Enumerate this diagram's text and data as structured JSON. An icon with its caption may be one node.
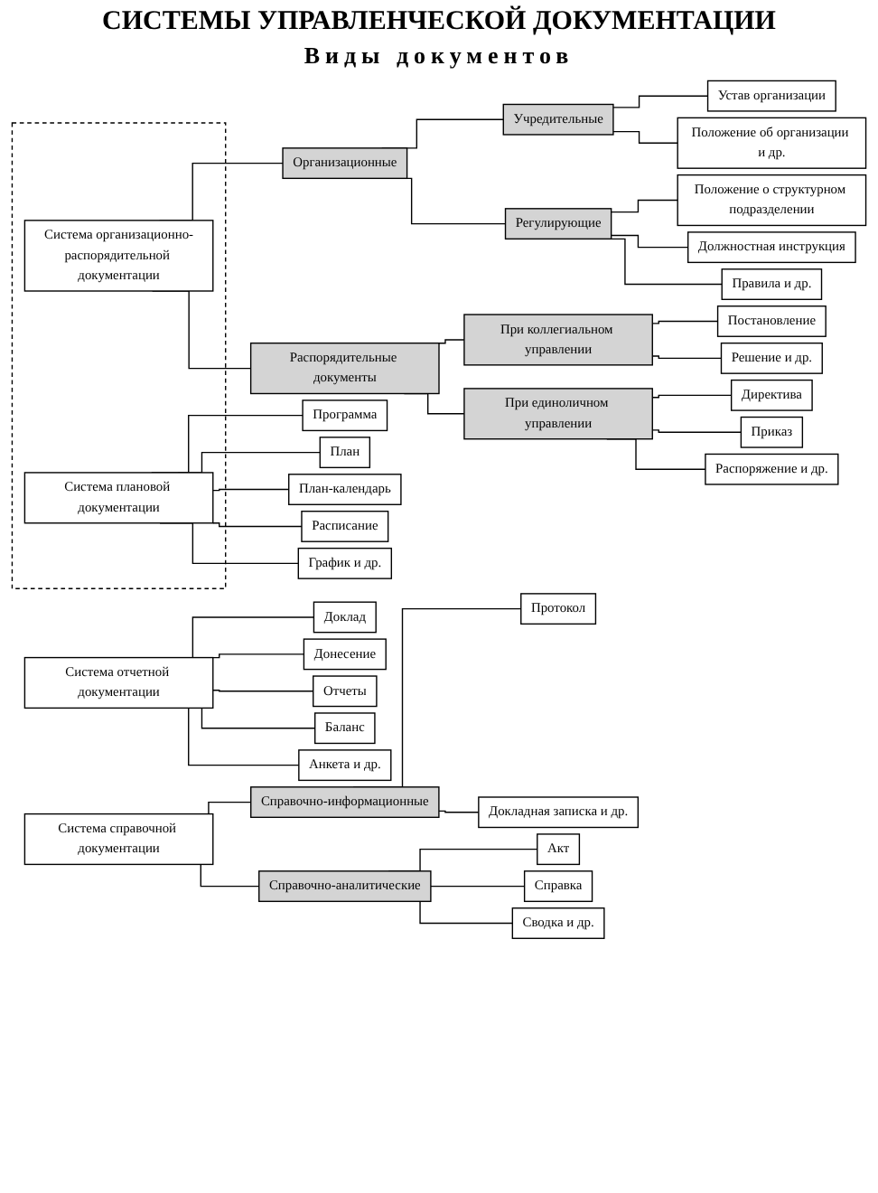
{
  "diagram": {
    "title": "СИСТЕМЫ УПРАВЛЕНЧЕСКОЙ ДОКУМЕНТАЦИИ",
    "nodes": [
      {
        "text": [],
        "shape": "box"
      },
      {
        "text": [
          "Система организационно-распорядительной документации"
        ],
        "in": 0
      },
      {
        "text": [
          "Система плановой документации"
        ],
        "in": 0
      },
      {
        "text": [
          "Система отчетной документации"
        ]
      },
      {
        "text": [
          "Система справочной документации"
        ]
      },
      {
        "text": [
          "Организационные"
        ]
      },
      {
        "text": [
          "Распорядительные документы"
        ]
      },
      {
        "text": [
          "Справочно-информационные"
        ]
      },
      {
        "text": [
          "Учредительные"
        ]
      },
      {
        "text": [
          "При коллегиальном управлении"
        ]
      },
      {
        "text": [
          "Устав организации"
        ]
      },
      {
        "text": [
          "Постановление"
        ]
      },
      {
        "text": [
          "Программа"
        ]
      },
      {
        "text": [
          "Доклад"
        ]
      },
      {
        "text": [
          "Протокол"
        ]
      },
      {
        "text": [
          "Положение об организации и др."
        ]
      },
      {
        "text": [
          "Решение и др."
        ]
      },
      {
        "text": [
          "План"
        ]
      },
      {
        "text": [
          "Донесение"
        ]
      },
      {
        "text": [
          "Докладная записка и др."
        ]
      },
      {
        "text": [
          "Регулирующие"
        ]
      },
      {
        "text": [
          "При единоличном управлении"
        ]
      },
      {
        "text": [
          "План-календарь"
        ]
      },
      {
        "text": [
          "Отчеты"
        ]
      },
      {
        "text": [
          "Справочно-аналитические"
        ]
      },
      {
        "text": [
          "Положение о структурном подразделении"
        ]
      },
      {
        "text": [
          "Директива"
        ]
      },
      {
        "text": [
          "Расписание"
        ]
      },
      {
        "text": [
          "Баланс"
        ]
      },
      {
        "text": [
          "Акт"
        ]
      },
      {
        "text": [
          "Должностная инструкция"
        ]
      },
      {
        "text": [
          "Приказ"
        ]
      },
      {
        "text": [
          "График и др."
        ]
      },
      {
        "text": [
          "Анкета и др."
        ]
      },
      {
        "text": [
          "Справка"
        ]
      },
      {
        "text": [
          "Правила и др."
        ]
      },
      {
        "text": [
          "Распоряжение и др."
        ]
      },
      {
        "text": [
          "Сводка и др."
        ]
      }
    ],
    "edges": [
      {
        "from": 1,
        "to": 5,
        "arrow": "none"
      },
      {
        "from": 1,
        "to": 6,
        "arrow": "none"
      },
      {
        "from": 2,
        "to": 12,
        "arrow": "none"
      },
      {
        "from": 2,
        "to": 17,
        "arrow": "none"
      },
      {
        "from": 2,
        "to": 22,
        "arrow": "none"
      },
      {
        "from": 2,
        "to": 27,
        "arrow": "none"
      },
      {
        "from": 2,
        "to": 32,
        "arrow": "none"
      },
      {
        "from": 3,
        "to": 13,
        "arrow": "none"
      },
      {
        "from": 3,
        "to": 18,
        "arrow": "none"
      },
      {
        "from": 3,
        "to": 23,
        "arrow": "none"
      },
      {
        "from": 3,
        "to": 28,
        "arrow": "none"
      },
      {
        "from": 3,
        "to": 33,
        "arrow": "none"
      },
      {
        "from": 4,
        "to": 7,
        "arrow": "none"
      },
      {
        "from": 4,
        "to": 24,
        "arrow": "none"
      },
      {
        "from": 5,
        "to": 8,
        "arrow": "none"
      },
      {
        "from": 5,
        "to": 20,
        "arrow": "none"
      },
      {
        "from": 6,
        "to": 9,
        "arrow": "none"
      },
      {
        "from": 6,
        "to": 21,
        "arrow": "none"
      },
      {
        "from": 7,
        "to": 14,
        "arrow": "none"
      },
      {
        "from": 7,
        "to": 19,
        "arrow": "none"
      },
      {
        "from": 8,
        "to": 10,
        "arrow": "none"
      },
      {
        "from": 8,
        "to": 15,
        "arrow": "none"
      },
      {
        "from": 9,
        "to": 11,
        "arrow": "none"
      },
      {
        "from": 9,
        "to": 16,
        "arrow": "none"
      },
      {
        "from": 20,
        "to": 25,
        "arrow": "none"
      },
      {
        "from": 20,
        "to": 30,
        "arrow": "none"
      },
      {
        "from": 20,
        "to": 35,
        "arrow": "none"
      },
      {
        "from": 21,
        "to": 26,
        "arrow": "none"
      },
      {
        "from": 21,
        "to": 31,
        "arrow": "none"
      },
      {
        "from": 21,
        "to": 36,
        "arrow": "none"
      },
      {
        "from": 24,
        "to": 29,
        "arrow": "none"
      },
      {
        "from": 24,
        "to": 34,
        "arrow": "none"
      },
      {
        "from": 24,
        "to": 37,
        "arrow": "none"
      }
    ],
    "labels": [
      "Виды документов"
    ]
  }
}
